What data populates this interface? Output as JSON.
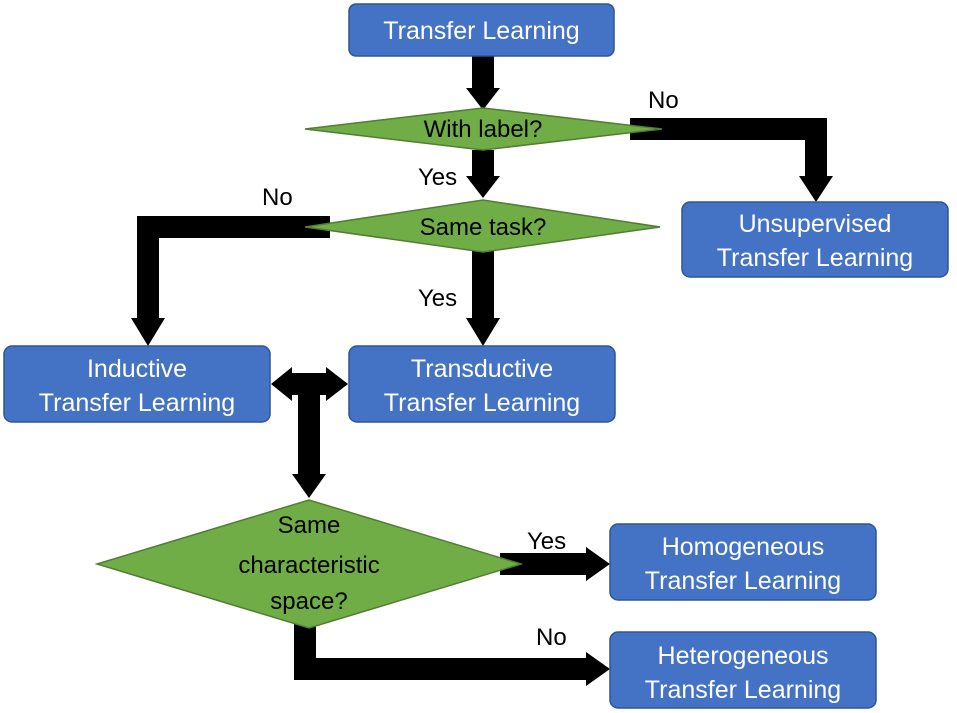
{
  "nodes": {
    "transfer_learning": {
      "line1": "Transfer Learning"
    },
    "with_label": {
      "line1": "With label?"
    },
    "same_task": {
      "line1": "Same task?"
    },
    "unsupervised": {
      "line1": "Unsupervised",
      "line2": "Transfer Learning"
    },
    "inductive": {
      "line1": "Inductive",
      "line2": "Transfer Learning"
    },
    "transductive": {
      "line1": "Transductive",
      "line2": "Transfer Learning"
    },
    "same_space": {
      "line1": "Same",
      "line2": "characteristic",
      "line3": "space?"
    },
    "homogeneous": {
      "line1": "Homogeneous",
      "line2": "Transfer Learning"
    },
    "heterogeneous": {
      "line1": "Heterogeneous",
      "line2": "Transfer Learning"
    }
  },
  "edges": {
    "with_label_no": "No",
    "with_label_yes": "Yes",
    "same_task_no": "No",
    "same_task_yes": "Yes",
    "same_space_yes": "Yes",
    "same_space_no": "No"
  },
  "colors": {
    "box_fill": "#4472c4",
    "decision_fill": "#70ad47",
    "arrow": "#000000"
  }
}
